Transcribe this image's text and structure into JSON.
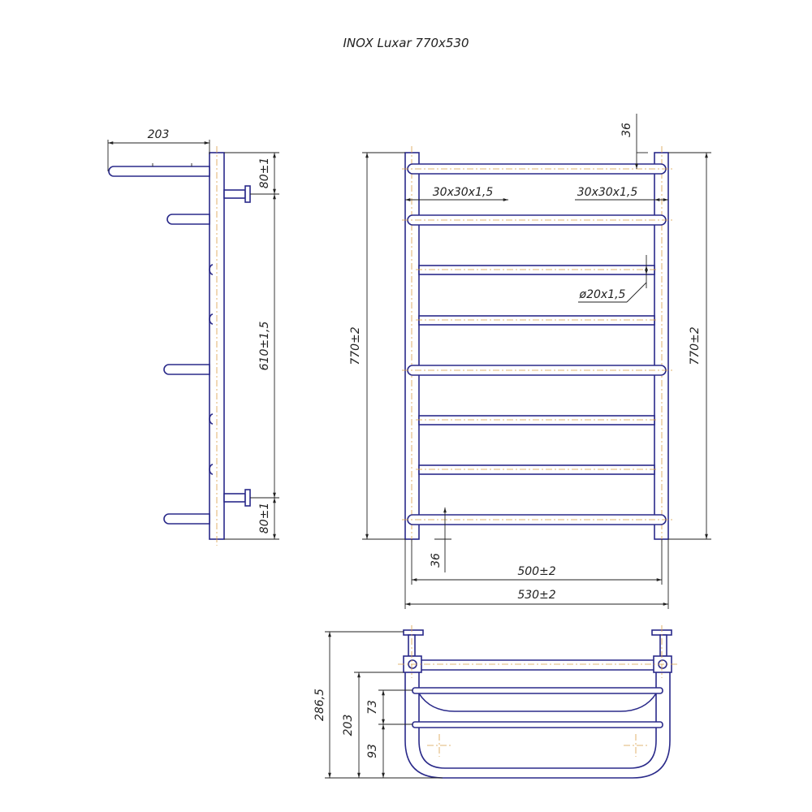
{
  "title": "INOX Luxar  770x530",
  "dimensions": {
    "side_depth": "203",
    "side_top_offset": "80±1",
    "side_bottom_offset": "80±1",
    "side_mount_distance": "610±1,5",
    "front_height_left": "770±2",
    "front_height_right": "770±2",
    "front_top_gap": "36",
    "front_bottom_gap": "36",
    "profile_left": "30x30x1,5",
    "profile_right": "30x30x1,5",
    "bar_diameter": "ø20x1,5",
    "inner_width": "500±2",
    "outer_width": "530±2",
    "top_total_depth": "286,5",
    "top_depth": "203",
    "top_shelf_a": "73",
    "top_shelf_b": "93"
  },
  "colors": {
    "outline": "#2a2a8a",
    "centerline": "#d9a04a",
    "dimension": "#222222"
  }
}
